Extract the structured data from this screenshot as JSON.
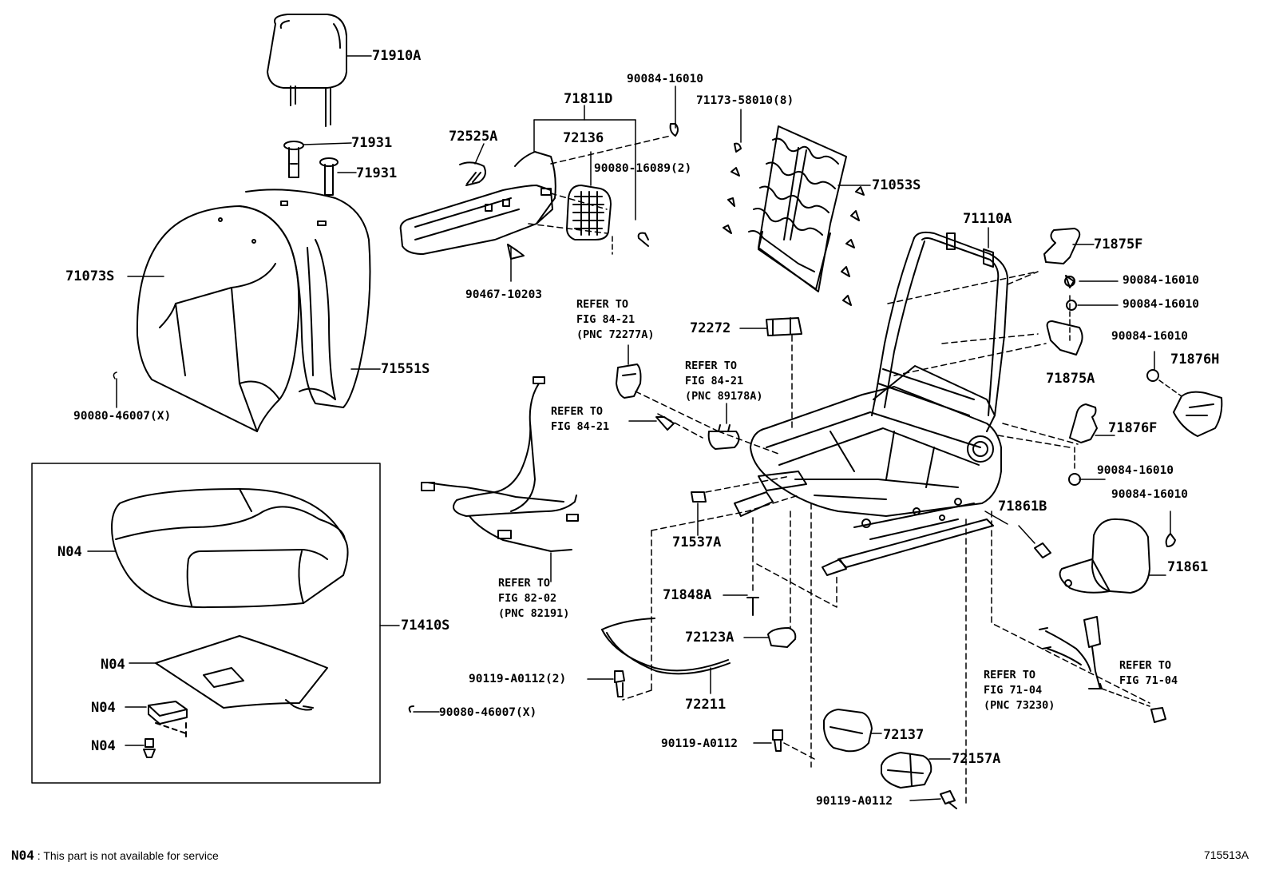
{
  "parts": {
    "p71910A": "71910A",
    "p71931a": "71931",
    "p71931b": "71931",
    "p71073S": "71073S",
    "p71551S": "71551S",
    "p9008046007a": "90080-46007(X)",
    "p72525A": "72525A",
    "p71811D": "71811D",
    "p72136": "72136",
    "p9008416010top": "90084-16010",
    "p9008016089": "90080-16089(2)",
    "p9046710203": "90467-10203",
    "p7117358010": "71173-58010(8)",
    "p71053S": "71053S",
    "p71110A": "71110A",
    "p71875F": "71875F",
    "p9008416010a": "90084-16010",
    "p9008416010b": "90084-16010",
    "p9008416010c": "90084-16010",
    "p71875A": "71875A",
    "p71876H": "71876H",
    "p72272": "72272",
    "p71876F": "71876F",
    "p9008416010d": "90084-16010",
    "p9008416010e": "90084-16010",
    "p71861B": "71861B",
    "p71861": "71861",
    "p71537A": "71537A",
    "p71848A": "71848A",
    "p72123A": "72123A",
    "p72211": "72211",
    "p90119A0112x2": "90119-A0112(2)",
    "p9008046007b": "90080-46007(X)",
    "p90119A0112a": "90119-A0112",
    "p72137": "72137",
    "p72157A": "72157A",
    "p90119A0112b": "90119-A0112",
    "pN04a": "N04",
    "pN04b": "N04",
    "pN04c": "N04",
    "pN04d": "N04",
    "p71410S": "71410S"
  },
  "refs": {
    "r1": [
      "REFER TO",
      "FIG 84-21",
      "(PNC 72277A)"
    ],
    "r2": [
      "REFER TO",
      "FIG 84-21",
      "(PNC 89178A)"
    ],
    "r3": [
      "REFER TO",
      "FIG 84-21"
    ],
    "r4": [
      "REFER TO",
      "FIG 82-02",
      "(PNC 82191)"
    ],
    "r5": [
      "REFER TO",
      "FIG 71-04",
      "(PNC 73230)"
    ],
    "r6": [
      "REFER TO",
      "FIG 71-04"
    ]
  },
  "footer": {
    "code": "N04",
    "note": ": This part is not available for service",
    "figure_id": "715513A"
  }
}
